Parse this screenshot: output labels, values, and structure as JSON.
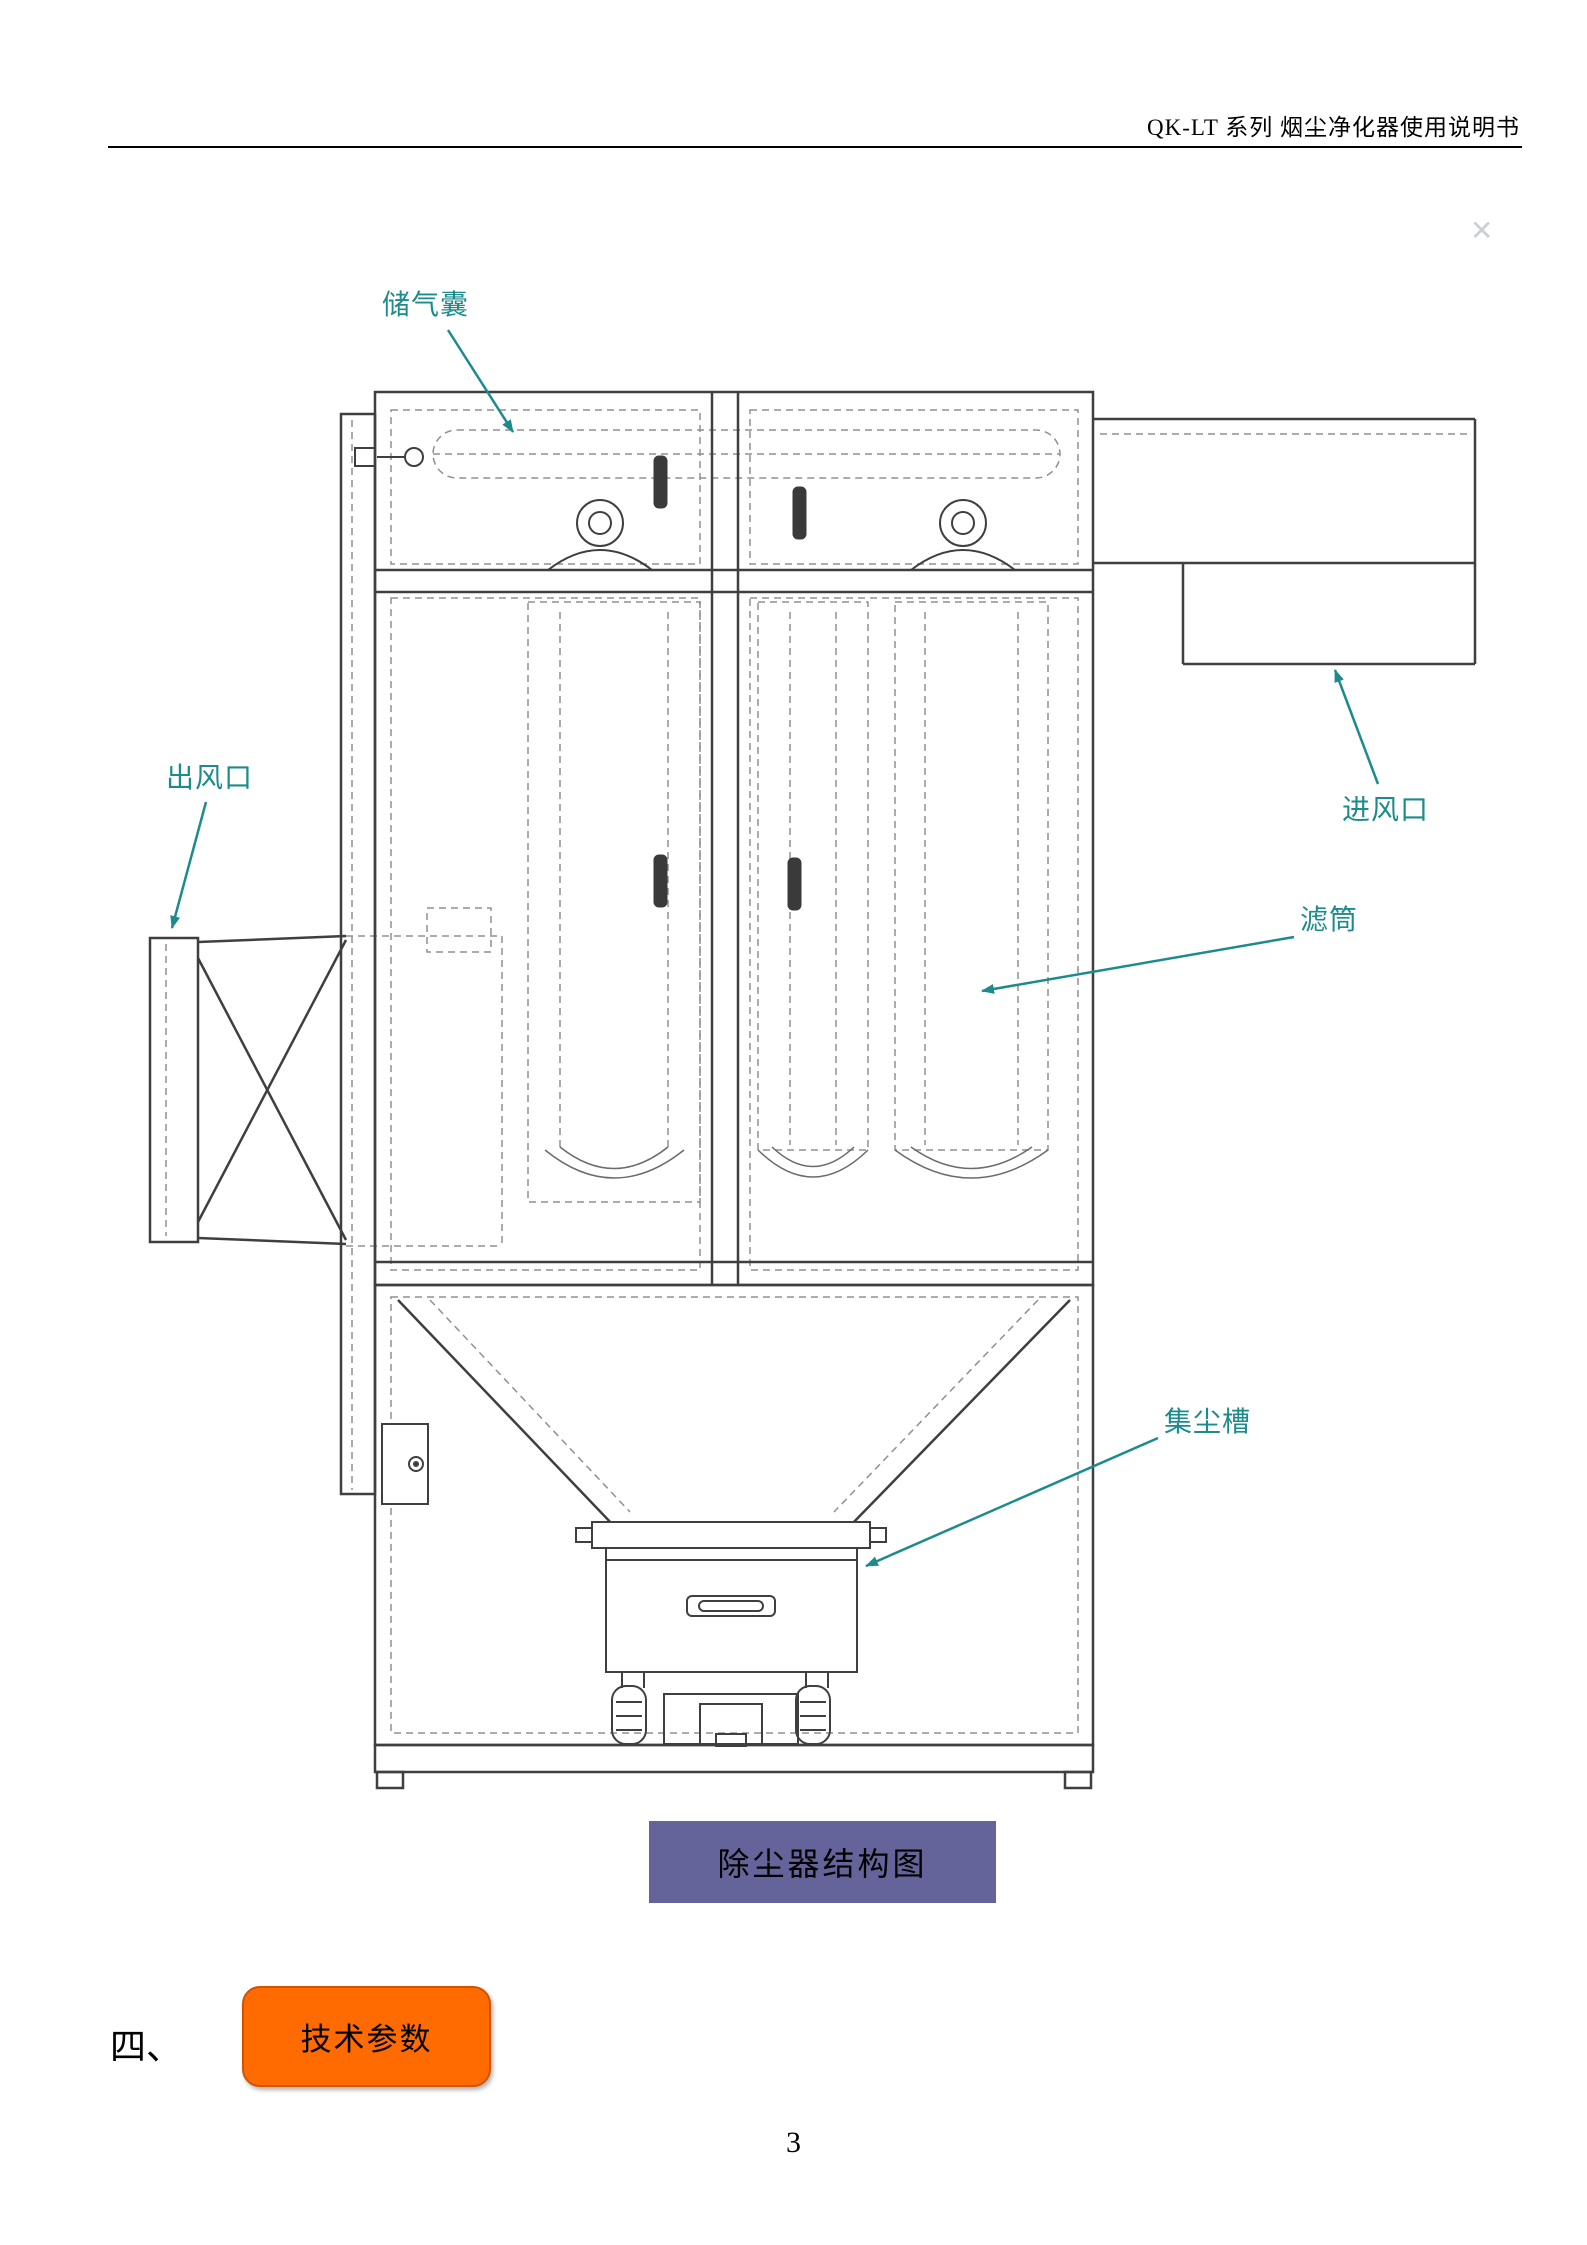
{
  "header": {
    "title": "QK-LT 系列  烟尘净化器使用说明书"
  },
  "watermark": {
    "glyph": "✕"
  },
  "diagram": {
    "labels": {
      "air_bag": "储气囊",
      "air_outlet": "出风口",
      "air_inlet": "进风口",
      "filter_cartridge": "滤筒",
      "dust_tray": "集尘槽"
    },
    "caption": "除尘器结构图"
  },
  "section": {
    "number": "四、",
    "button_label": "技术参数"
  },
  "footer": {
    "page_number": "3"
  },
  "colors": {
    "label_teal": "#1d8b8b",
    "caption_bg": "#64649b",
    "button_orange": "#ff6b00",
    "button_border": "#cf5400",
    "drawing_line": "#3f3f3f"
  }
}
